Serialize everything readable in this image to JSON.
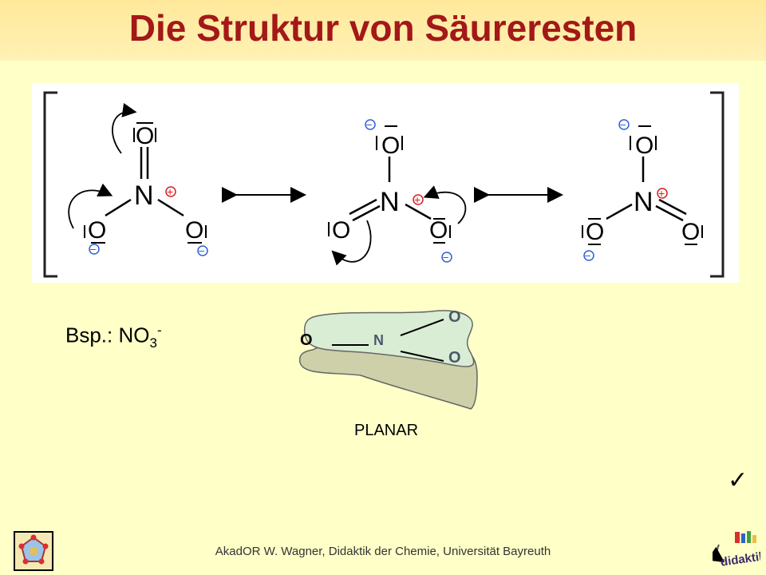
{
  "header": {
    "title": "Die Struktur von Säureresten"
  },
  "scheme": {
    "atoms": {
      "nitrogen": "N",
      "oxygen": "O"
    },
    "charges": {
      "plus": "+",
      "minus": "−"
    }
  },
  "example": {
    "prefix": "Bsp.: NO",
    "subscript": "3",
    "superscript": "-"
  },
  "planar_figure": {
    "atom_o": "O",
    "atom_n": "N",
    "caption": "PLANAR"
  },
  "checkmark": "✓",
  "footer": {
    "text": "AkadOR W. Wagner, Didaktik der Chemie, Universität Bayreuth"
  },
  "logo_right": {
    "text": "didaktik"
  },
  "colors": {
    "title": "#A31818",
    "background": "#FFFFC8",
    "title_bar": "#FFE89A",
    "plus_charge": "#D81F1F",
    "minus_charge": "#2F5FD8",
    "plane_front": "#D9EDD5",
    "plane_back": "#CDD0A9"
  }
}
